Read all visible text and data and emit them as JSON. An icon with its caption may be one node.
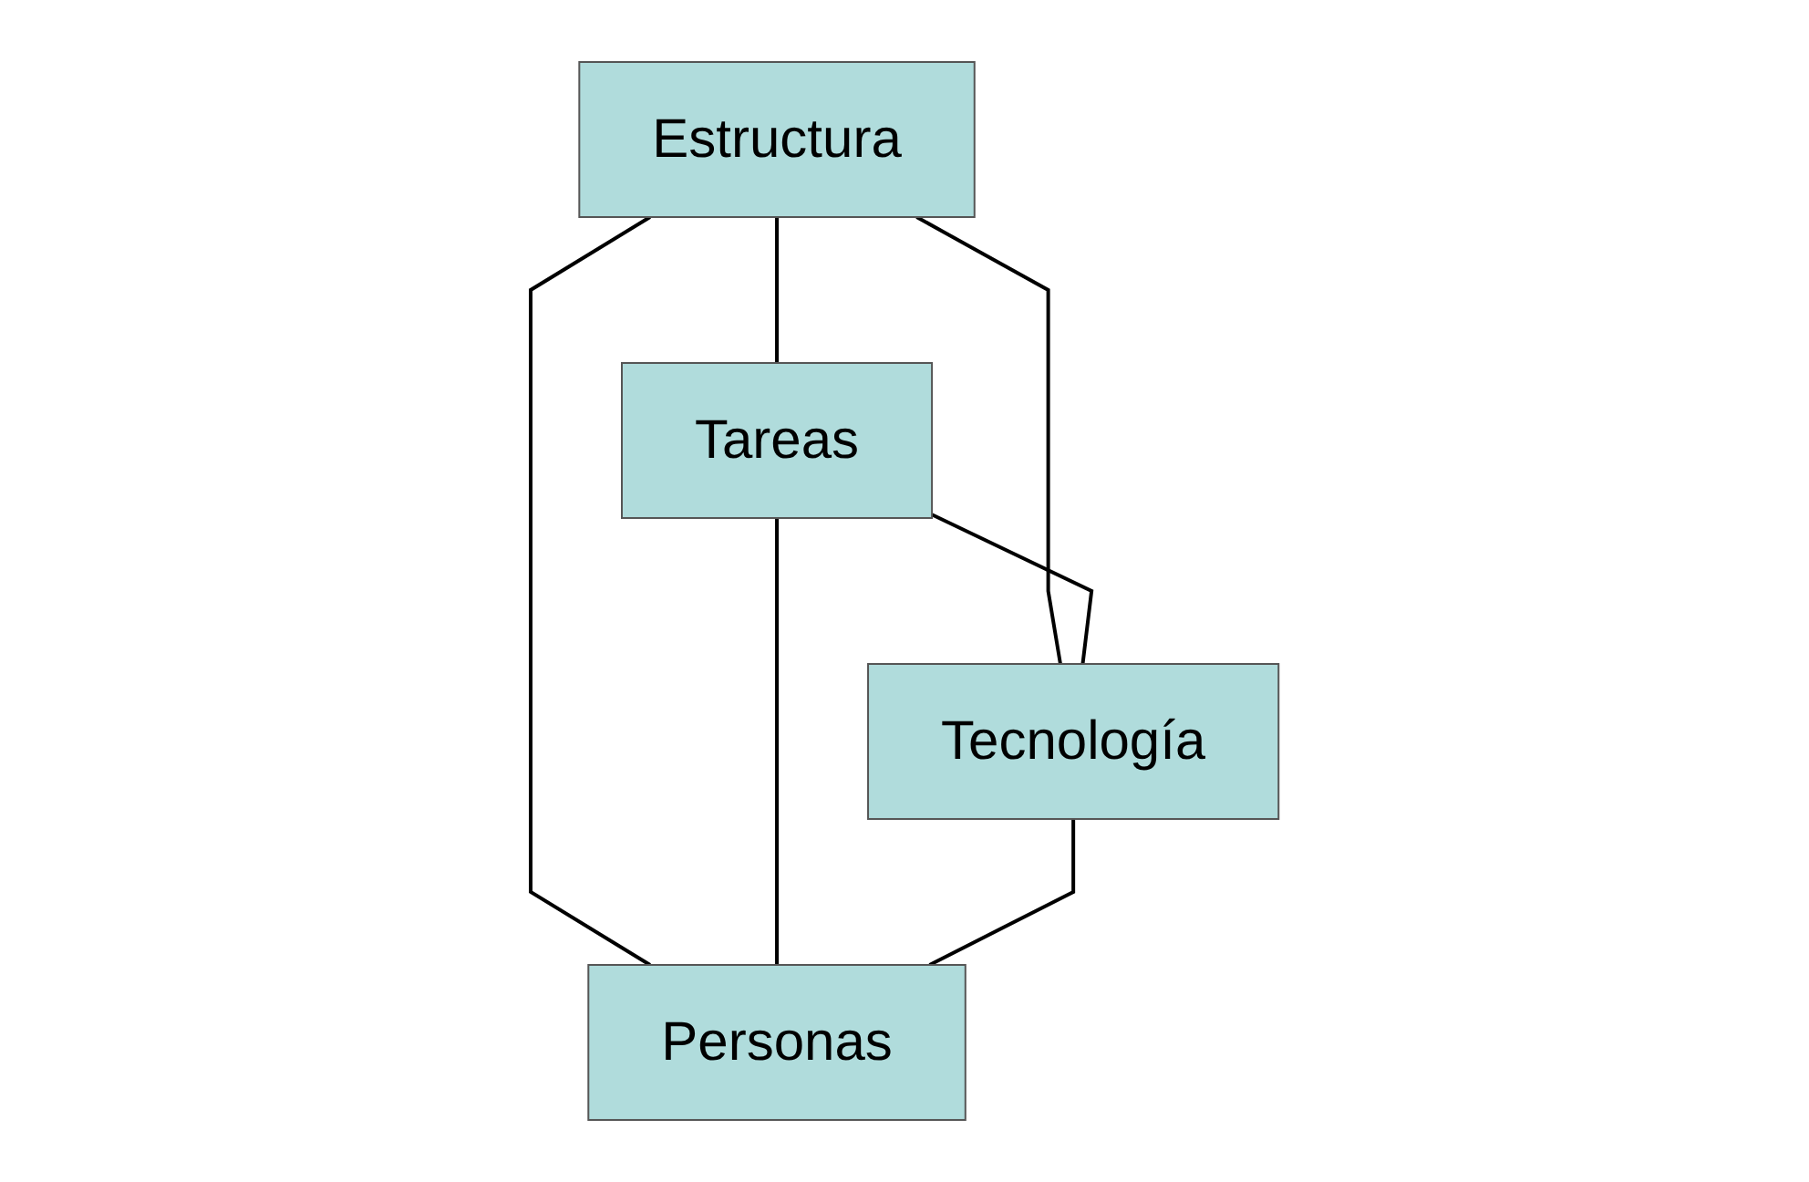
{
  "diagram": {
    "nodes": [
      {
        "text": [
          "Estructura"
        ]
      },
      {
        "text": [
          "Tareas"
        ]
      },
      {
        "text": [
          "Tecnología"
        ]
      },
      {
        "text": [
          "Personas"
        ]
      }
    ],
    "edges": [
      {
        "from": 0,
        "to": 1,
        "arrow": "none"
      },
      {
        "from": 0,
        "to": 2,
        "arrow": "none"
      },
      {
        "from": 0,
        "to": 3,
        "arrow": "none"
      },
      {
        "from": 1,
        "to": 2,
        "arrow": "none"
      },
      {
        "from": 1,
        "to": 3,
        "arrow": "none"
      },
      {
        "from": 2,
        "to": 3,
        "arrow": "none"
      }
    ]
  }
}
